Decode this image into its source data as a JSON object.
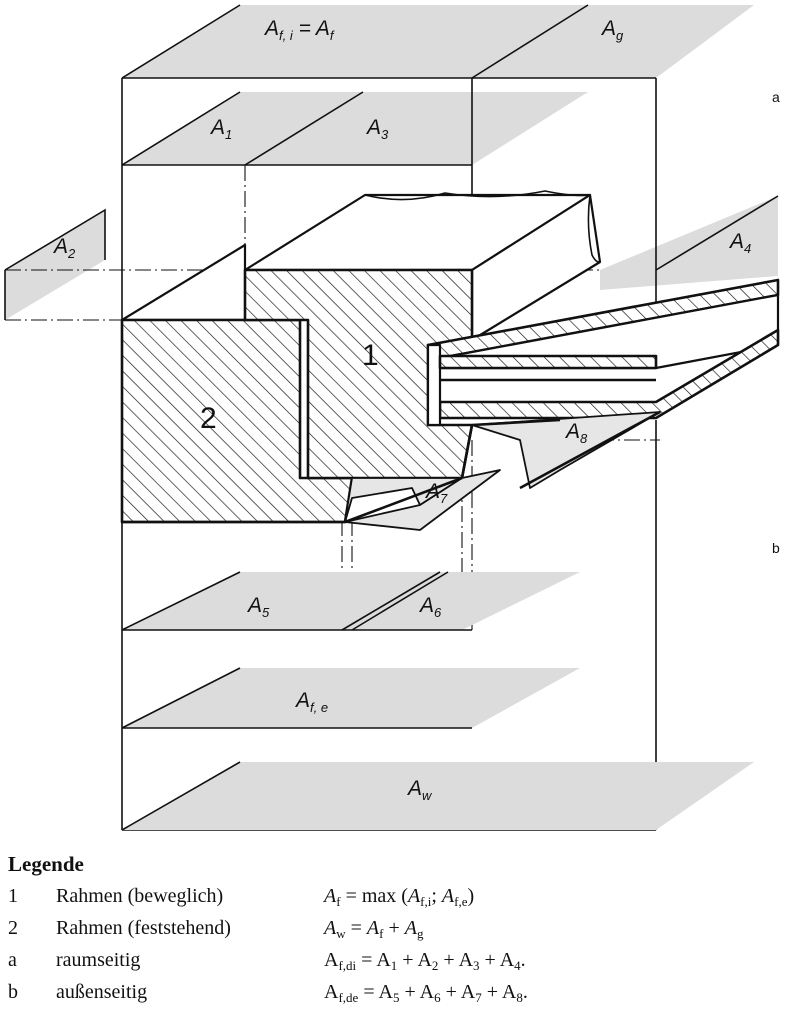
{
  "diagram": {
    "plane_labels": {
      "af_i": {
        "main": "A",
        "sub": "f, i",
        "rest": " = A",
        "sub2": "f"
      },
      "ag": {
        "main": "A",
        "sub": "g"
      },
      "a1": {
        "main": "A",
        "sub": "1"
      },
      "a2": {
        "main": "A",
        "sub": "2"
      },
      "a3": {
        "main": "A",
        "sub": "3"
      },
      "a4": {
        "main": "A",
        "sub": "4"
      },
      "a5": {
        "main": "A",
        "sub": "5"
      },
      "a6": {
        "main": "A",
        "sub": "6"
      },
      "a7": {
        "main": "A",
        "sub": "7"
      },
      "a8": {
        "main": "A",
        "sub": "8"
      },
      "af_e": {
        "main": "A",
        "sub": "f, e"
      },
      "aw": {
        "main": "A",
        "sub": "w"
      }
    },
    "part_numbers": {
      "frame_moving": "1",
      "frame_fixed": "2"
    },
    "side_labels": {
      "inside": "a",
      "outside": "b"
    }
  },
  "legend": {
    "title": "Legende",
    "rows": [
      {
        "key": "1",
        "desc": "Rahmen (beweglich)",
        "formula": [
          {
            "t": "A",
            "i": true
          },
          {
            "t": "f",
            "sub": true
          },
          {
            "t": " = max ("
          },
          {
            "t": "A",
            "i": true
          },
          {
            "t": "f,i",
            "sub": true
          },
          {
            "t": "; "
          },
          {
            "t": "A",
            "i": true
          },
          {
            "t": "f,e",
            "sub": true
          },
          {
            "t": ")"
          }
        ]
      },
      {
        "key": "2",
        "desc": "Rahmen (feststehend)",
        "formula": [
          {
            "t": "A",
            "i": true
          },
          {
            "t": "w",
            "sub": true
          },
          {
            "t": " = "
          },
          {
            "t": "A",
            "i": true
          },
          {
            "t": "f",
            "sub": true
          },
          {
            "t": " + "
          },
          {
            "t": "A",
            "i": true
          },
          {
            "t": "g",
            "sub": true
          }
        ]
      },
      {
        "key": "a",
        "desc": "raumseitig",
        "formula": [
          {
            "t": "A"
          },
          {
            "t": "f,di",
            "sub": true
          },
          {
            "t": " = A"
          },
          {
            "t": "1",
            "sub": true
          },
          {
            "t": " + A"
          },
          {
            "t": "2",
            "sub": true
          },
          {
            "t": " + A"
          },
          {
            "t": "3",
            "sub": true
          },
          {
            "t": " + A"
          },
          {
            "t": "4",
            "sub": true
          },
          {
            "t": "."
          }
        ]
      },
      {
        "key": "b",
        "desc": "außenseitig",
        "formula": [
          {
            "t": "A"
          },
          {
            "t": "f,de",
            "sub": true
          },
          {
            "t": " = A"
          },
          {
            "t": "5",
            "sub": true
          },
          {
            "t": " + A"
          },
          {
            "t": "6",
            "sub": true
          },
          {
            "t": " + A"
          },
          {
            "t": "7",
            "sub": true
          },
          {
            "t": " + A"
          },
          {
            "t": "8",
            "sub": true
          },
          {
            "t": "."
          }
        ]
      }
    ]
  }
}
